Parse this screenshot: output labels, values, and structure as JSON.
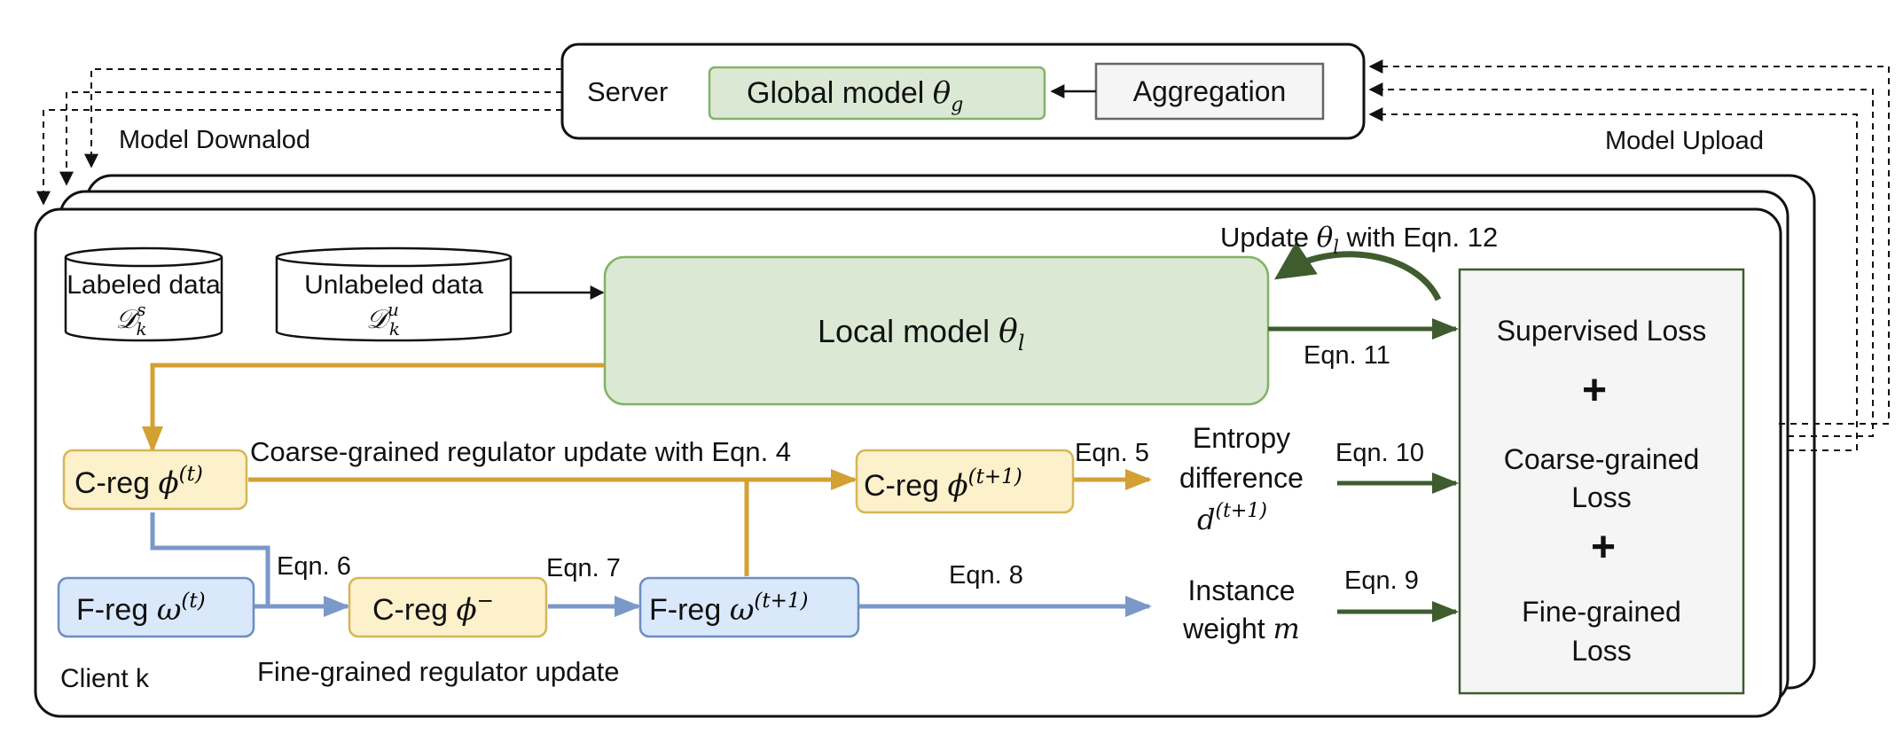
{
  "server": {
    "label": "Server",
    "global_model": {
      "text": "Global model ",
      "symbol": "θ",
      "sub": "g"
    },
    "aggregation": "Aggregation"
  },
  "download_label": "Model Downalod",
  "upload_label": "Model Upload",
  "client_label": "Client k",
  "labeled_data": {
    "text": "Labeled data",
    "symbol": "𝒟",
    "sup": "s",
    "sub": "k"
  },
  "unlabeled_data": {
    "text": "Unlabeled data",
    "symbol": "𝒟",
    "sup": "u",
    "sub": "k"
  },
  "local_model": {
    "text": "Local model ",
    "symbol": "θ",
    "sub": "l"
  },
  "update_label": {
    "prefix": "Update ",
    "symbol": "θ",
    "sub": "l",
    "suffix": " with Eqn. 12"
  },
  "creg_t": {
    "text": "C-reg ",
    "symbol": "ϕ",
    "sup": "(t)"
  },
  "creg_t1": {
    "text": "C-reg ",
    "symbol": "ϕ",
    "sup": "(t+1)"
  },
  "creg_minus": {
    "text": "C-reg ",
    "symbol": "ϕ",
    "sup": "−"
  },
  "freg_t": {
    "text": "F-reg ",
    "symbol": "ω",
    "sup": "(t)"
  },
  "freg_t1": {
    "text": "F-reg ",
    "symbol": "ω",
    "sup": "(t+1)"
  },
  "coarse_update_label": "Coarse-grained regulator update with Eqn. 4",
  "fine_update_label": "Fine-grained regulator update",
  "eqn5": "Eqn. 5",
  "eqn6": "Eqn. 6",
  "eqn7": "Eqn. 7",
  "eqn8": "Eqn. 8",
  "eqn9": "Eqn. 9",
  "eqn10": "Eqn. 10",
  "eqn11": "Eqn. 11",
  "entropy": {
    "line1": "Entropy",
    "line2": "difference",
    "symbol": "d",
    "sup": "(t+1)"
  },
  "instance": {
    "line1": "Instance",
    "line2": "weight ",
    "symbol": "m"
  },
  "loss": {
    "supervised": "Supervised Loss",
    "plus": "+",
    "coarse_line1": "Coarse-grained",
    "coarse_line2": "Loss",
    "fine_line1": "Fine-grained",
    "fine_line2": "Loss"
  },
  "colors": {
    "green_fill": "#dbe9d4",
    "green_stroke": "#82b366",
    "yellow_fill": "#fdf1cc",
    "yellow_stroke": "#d6b656",
    "blue_fill": "#dae8fc",
    "blue_stroke": "#6c8ebf",
    "gold_arrow": "#d3a033",
    "blue_arrow": "#7a98c8",
    "dark_green_arrow": "#3e5c2e",
    "gray_fill": "#f5f5f5"
  }
}
